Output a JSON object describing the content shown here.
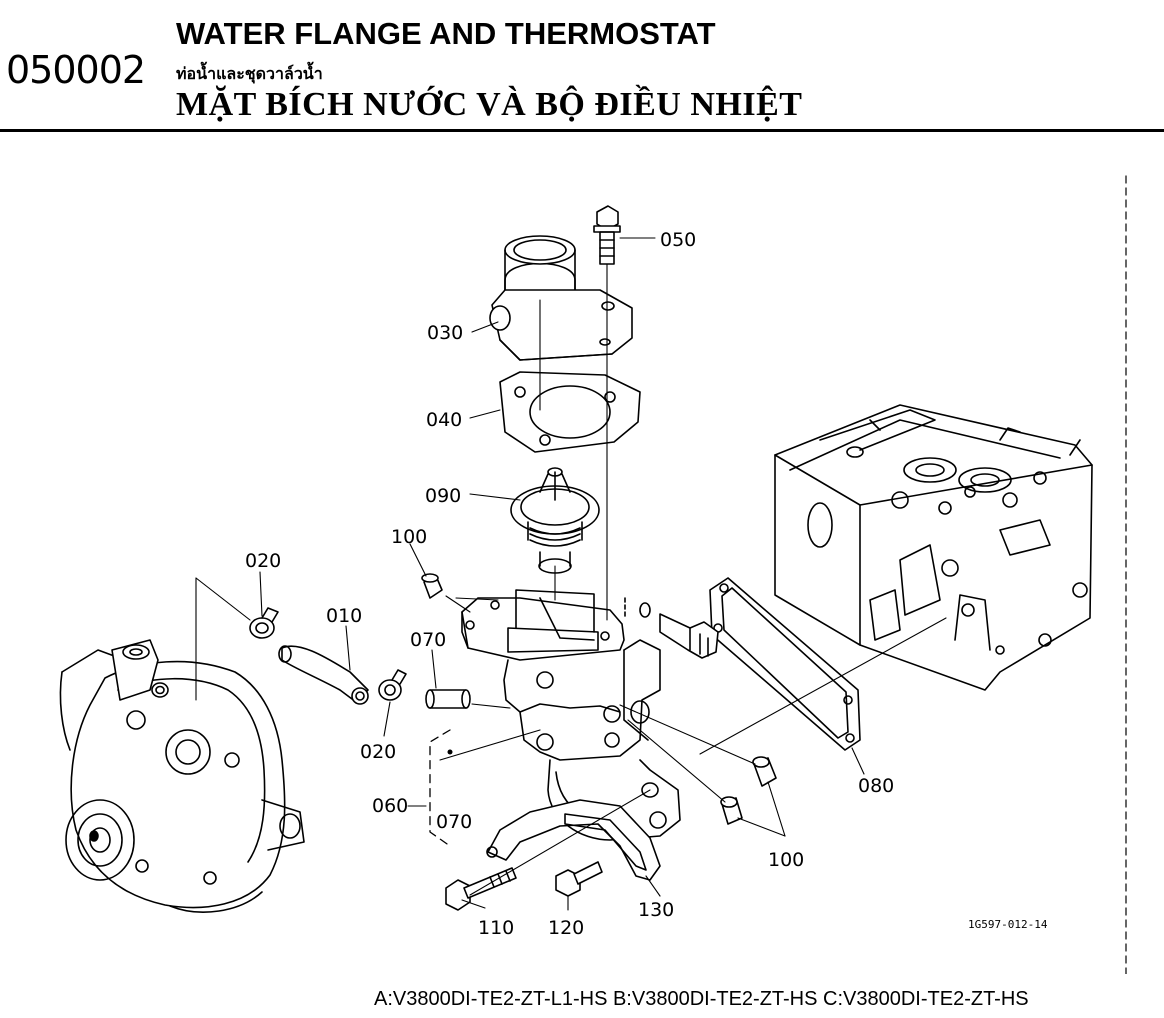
{
  "header": {
    "section_number": "050002",
    "title_en": "WATER FLANGE AND THERMOSTAT",
    "title_th": "ท่อน้ำและชุดวาล์วน้ำ",
    "title_vi": "MẶT BÍCH NƯỚC VÀ BỘ ĐIỀU NHIỆT"
  },
  "diagram": {
    "labels": {
      "p050": "050",
      "p030": "030",
      "p040": "040",
      "p090": "090",
      "p100_top": "100",
      "p020_top": "020",
      "p010": "010",
      "p070_top": "070",
      "p020_bottom": "020",
      "p060": "060",
      "p070_bottom": "070",
      "p080": "080",
      "p100_bottom": "100",
      "p110": "110",
      "p120": "120",
      "p130": "130"
    },
    "figure_code": "1G597-012-14"
  },
  "footer": {
    "models": "A:V3800DI-TE2-ZT-L1-HS B:V3800DI-TE2-ZT-HS C:V3800DI-TE2-ZT-HS"
  }
}
